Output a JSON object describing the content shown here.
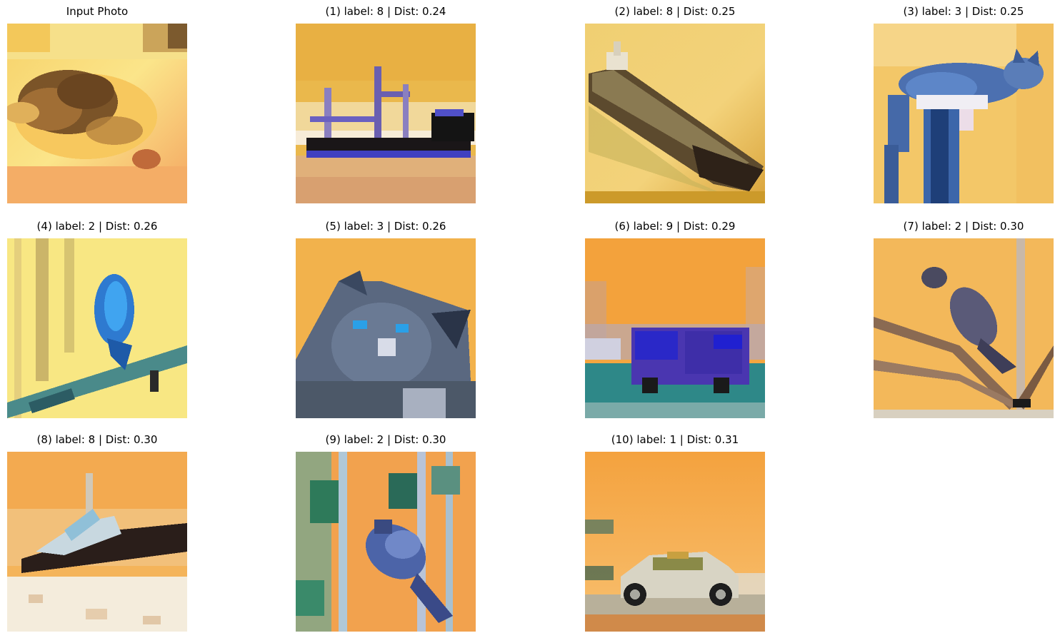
{
  "panels": [
    {
      "title": "Input Photo",
      "subject": "frog"
    },
    {
      "title": "(1) label: 8 | Dist: 0.24",
      "subject": "ship"
    },
    {
      "title": "(2) label: 8 | Dist: 0.25",
      "subject": "ship"
    },
    {
      "title": "(3) label: 3 | Dist: 0.25",
      "subject": "cat"
    },
    {
      "title": "(4) label: 2 | Dist: 0.26",
      "subject": "bird"
    },
    {
      "title": "(5) label: 3 | Dist: 0.26",
      "subject": "cat"
    },
    {
      "title": "(6) label: 9 | Dist: 0.29",
      "subject": "truck"
    },
    {
      "title": "(7) label: 2 | Dist: 0.30",
      "subject": "bird"
    },
    {
      "title": "(8) label: 8 | Dist: 0.30",
      "subject": "ship"
    },
    {
      "title": "(9) label: 2 | Dist: 0.30",
      "subject": "bird"
    },
    {
      "title": "(10) label: 1 | Dist: 0.31",
      "subject": "car"
    }
  ]
}
